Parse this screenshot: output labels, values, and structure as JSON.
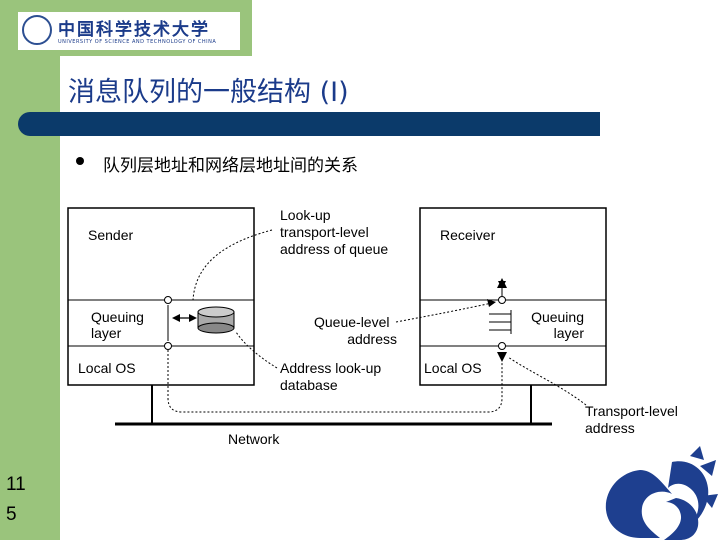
{
  "logo": {
    "name_cn": "中国科学技术大学",
    "name_en": "UNIVERSITY OF SCIENCE AND TECHNOLOGY OF CHINA"
  },
  "slide": {
    "title": "消息队列的一般结构 (I)",
    "bullet": "队列层地址和网络层地址间的关系",
    "page_number_line1": "11",
    "page_number_line2": "5"
  },
  "diagram": {
    "sender": "Sender",
    "receiver": "Receiver",
    "queuing_layer_left_1": "Queuing",
    "queuing_layer_left_2": "layer",
    "queuing_layer_right_1": "Queuing",
    "queuing_layer_right_2": "layer",
    "local_os_left": "Local OS",
    "local_os_right": "Local OS",
    "lookup_1": "Look-up",
    "lookup_2": "transport-level",
    "lookup_3": "address of queue",
    "queue_level_1": "Queue-level",
    "queue_level_2": "address",
    "db_1": "Address look-up",
    "db_2": "database",
    "network": "Network",
    "transport_level_1": "Transport-level",
    "transport_level_2": "address"
  },
  "colors": {
    "sidebar": "#9ac47c",
    "header_bar": "#0b3a6a",
    "title": "#1b3b8a",
    "emblem": "#1e3f8f"
  }
}
